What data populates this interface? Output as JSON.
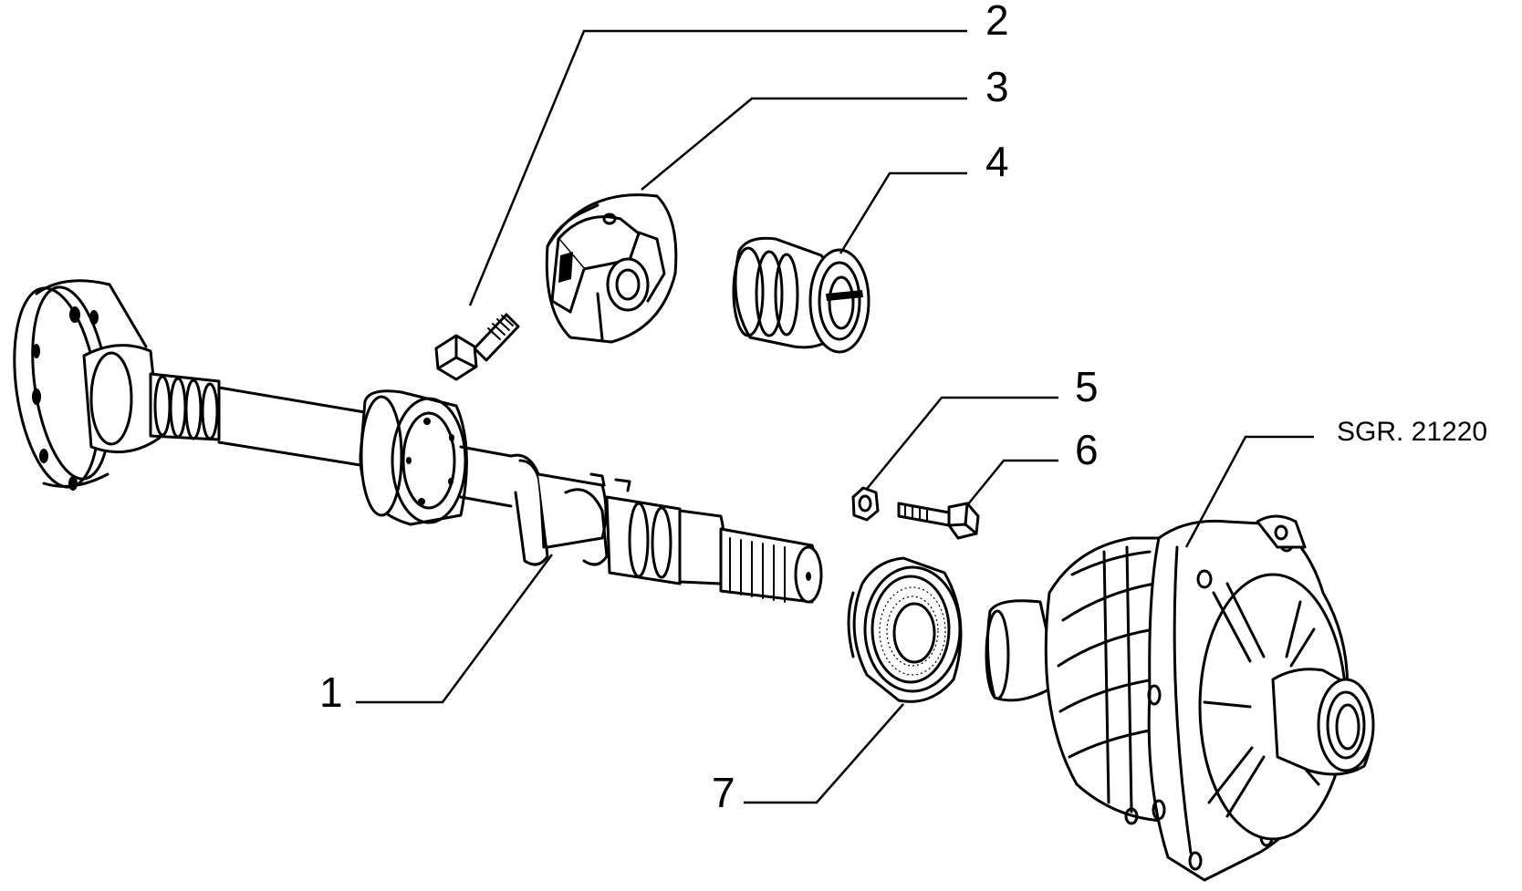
{
  "diagram": {
    "reference_code": "SGR. 21220",
    "callouts": [
      {
        "id": "1",
        "label": "1"
      },
      {
        "id": "2",
        "label": "2"
      },
      {
        "id": "3",
        "label": "3"
      },
      {
        "id": "4",
        "label": "4"
      },
      {
        "id": "5",
        "label": "5"
      },
      {
        "id": "6",
        "label": "6"
      },
      {
        "id": "7",
        "label": "7"
      }
    ]
  }
}
